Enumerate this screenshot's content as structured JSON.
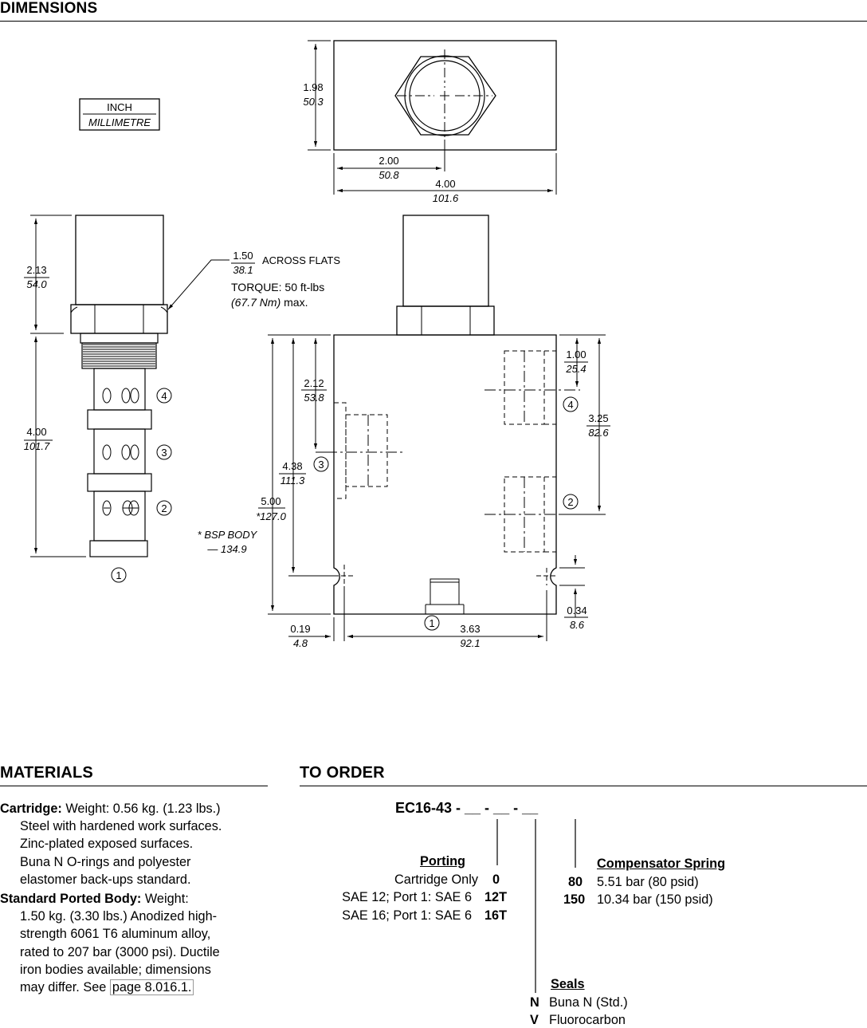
{
  "header": {
    "dimensions_title": "DIMENSIONS",
    "materials_title": "MATERIALS",
    "order_title": "TO ORDER"
  },
  "legend": {
    "inch": "INCH",
    "millimetre": "MILLIMETRE"
  },
  "top_view": {
    "height": {
      "in": "1.98",
      "mm": "50.3"
    },
    "center": {
      "in": "2.00",
      "mm": "50.8"
    },
    "width": {
      "in": "4.00",
      "mm": "101.6"
    }
  },
  "cartridge": {
    "top_len": {
      "in": "2.13",
      "mm": "54.0"
    },
    "body_len": {
      "in": "4.00",
      "mm": "101.7"
    },
    "flats": {
      "in": "1.50",
      "mm": "38.1",
      "label": "ACROSS FLATS"
    },
    "torque": {
      "line1": "TORQUE: 50 ft-lbs",
      "line2_ital": "(67.7 Nm)",
      "line2_rest": " max."
    },
    "ports": [
      "4",
      "3",
      "2",
      "1"
    ]
  },
  "body": {
    "d_212": {
      "in": "2.12",
      "mm": "53.8"
    },
    "d_438": {
      "in": "4.38",
      "mm": "111.3"
    },
    "d_500": {
      "in": "5.00",
      "mm": "*127.0"
    },
    "bsp": {
      "line1": "* BSP BODY",
      "line2": "— 134.9"
    },
    "d_100": {
      "in": "1.00",
      "mm": "25.4"
    },
    "d_325": {
      "in": "3.25",
      "mm": "82.6"
    },
    "d_034": {
      "in": "0.34",
      "mm": "8.6"
    },
    "d_019": {
      "in": "0.19",
      "mm": "4.8"
    },
    "d_363": {
      "in": "3.63",
      "mm": "92.1"
    },
    "ports": [
      "4",
      "3",
      "2",
      "1"
    ]
  },
  "materials": {
    "cartridge": {
      "head": "Cartridge:",
      "first": " Weight: 0.56 kg. (1.23 lbs.)",
      "lines": [
        "Steel with hardened work surfaces.",
        "Zinc-plated exposed surfaces.",
        "Buna N O-rings and polyester",
        "elastomer back-ups standard."
      ]
    },
    "body": {
      "head": "Standard Ported Body:",
      "first": " Weight:",
      "lines": [
        "1.50 kg. (3.30 lbs.) Anodized high-",
        "strength 6061 T6 aluminum alloy,",
        "rated to 207 bar (3000 psi). Ductile",
        "iron bodies available; dimensions"
      ],
      "last_pre": "may differ. See ",
      "link": "page 8.016.1."
    }
  },
  "order": {
    "model": "EC16-43 - __ - __ - __",
    "porting": {
      "title": "Porting",
      "rows": [
        {
          "label": "Cartridge Only",
          "code": "0"
        },
        {
          "label": "SAE 12; Port 1: SAE 6",
          "code": "12T"
        },
        {
          "label": "SAE 16; Port 1: SAE 6",
          "code": "16T"
        }
      ]
    },
    "spring": {
      "title": "Compensator Spring",
      "rows": [
        {
          "code": "80",
          "label": "5.51 bar (80 psid)"
        },
        {
          "code": "150",
          "label": "10.34 bar (150 psid)"
        }
      ]
    },
    "seals": {
      "title": "Seals",
      "rows": [
        {
          "code": "N",
          "label": "Buna N (Std.)"
        },
        {
          "code": "V",
          "label": "Fluorocarbon"
        }
      ]
    }
  }
}
